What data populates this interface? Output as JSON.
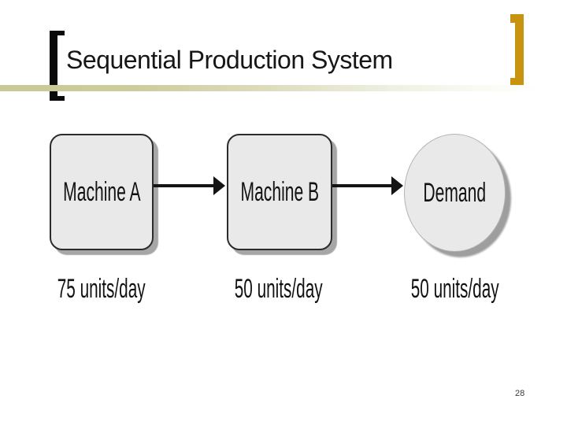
{
  "slide": {
    "title": "Sequential Production System",
    "page_number": "28"
  },
  "diagram": {
    "nodes": [
      {
        "label": "Machine A",
        "shape": "rounded-rect",
        "rate": "75 units/day"
      },
      {
        "label": "Machine B",
        "shape": "rounded-rect",
        "rate": "50 units/day"
      },
      {
        "label": "Demand",
        "shape": "circle",
        "rate": "50 units/day"
      }
    ],
    "connectors": [
      {
        "from": "Machine A",
        "to": "Machine B",
        "type": "arrow-right"
      },
      {
        "from": "Machine B",
        "to": "Demand",
        "type": "arrow-right"
      }
    ]
  },
  "colors": {
    "accent_gold": "#C8940F",
    "rule_khaki": "#CCCC9E",
    "node_fill": "#E9E9E9",
    "node_shadow": "#A6A6A6",
    "text": "#121212"
  }
}
